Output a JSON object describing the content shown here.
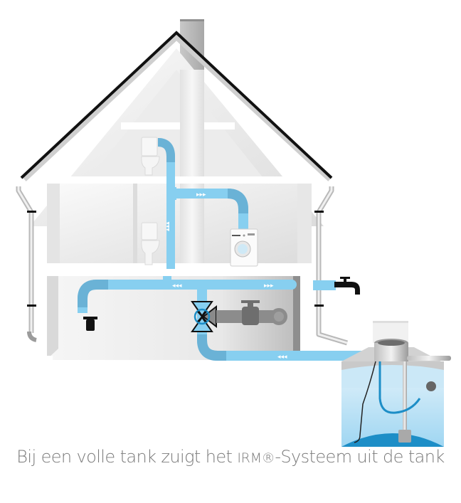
{
  "caption": {
    "prefix": "Bij een volle tank zuigt het ",
    "brand": "IRM®",
    "suffix": "-Systeem uit de tank"
  },
  "diagram": {
    "subject": "house-cross-section-rainwater-system",
    "components": [
      "roof",
      "chimney",
      "toilet-upper",
      "toilet-lower",
      "washing-machine",
      "outdoor-tap",
      "downpipe-left",
      "downpipe-right",
      "three-way-valve",
      "mains-water-stopcock",
      "drain-outlet",
      "rainwater-tank",
      "submersible-pump",
      "float-switch"
    ],
    "flow_markers": {
      "right": "▸▸▸",
      "left": "◂◂◂",
      "up": "▴▴▴"
    },
    "colors": {
      "pipe_water": "#87cff0",
      "pipe_bend": "#6ab2d6",
      "tank_water": "#a9dcf4",
      "tank_water_deep": "#1d8ec7",
      "roof_line": "#111111",
      "wall": "#f2f2f2",
      "caption_text": "#7a7a7a"
    }
  }
}
